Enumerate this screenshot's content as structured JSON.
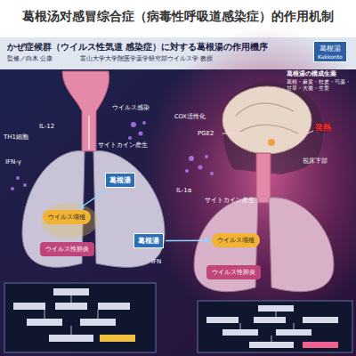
{
  "diagram": {
    "title": "葛根汤对感冒综合症（病毒性呼吸道感染症）的作用机制",
    "nodes": [
      {
        "text": [
          "葛根湯",
          "Kakkonto"
        ]
      },
      {
        "text": [
          "葛根湯"
        ]
      },
      {
        "text": [
          "ウイルス増殖"
        ]
      },
      {
        "text": [
          "ウイルス性肺炎"
        ]
      },
      {
        "text": [
          "葛根湯"
        ]
      },
      {
        "text": [
          "ウイルス増殖"
        ]
      },
      {
        "text": [
          "ウイルス性肺炎"
        ]
      }
    ],
    "edges": [
      {
        "from": 1,
        "to": 2,
        "arrow": "to"
      },
      {
        "from": 4,
        "to": 5,
        "arrow": "to"
      }
    ],
    "labels": [
      "かぜ症候群（ウイルス性気道 感染症）に対する葛根湯の作用機序",
      "監修／白木 公康",
      "富山大学大学院医学薬学研究部ウイルス学 教授",
      "葛根湯の構成生薬",
      "葛根・麻黄・桂皮・芍薬・甘草・大棗・生姜",
      "TH1細胞",
      "IFN-γ",
      "IL-12",
      "サイトカイン産生",
      "ウイルス感染",
      "COX活性化",
      "PGE2",
      "発熱",
      "視床下部",
      "IL-1α",
      "サイトカイン産生",
      "IFN"
    ]
  }
}
